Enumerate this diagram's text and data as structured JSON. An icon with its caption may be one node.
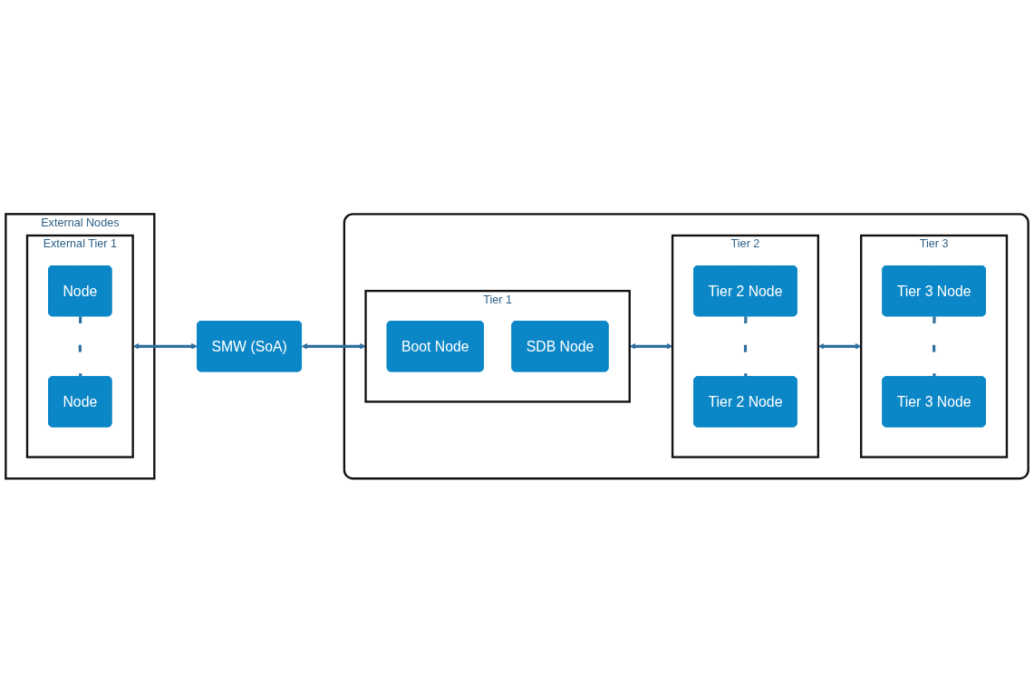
{
  "diagram": {
    "nodes": [
      {
        "text": [
          "External Nodes"
        ]
      },
      {
        "text": [
          "External Tier 1"
        ],
        "in": 0
      },
      {
        "text": [
          "Node"
        ],
        "in": 1
      },
      {
        "text": [
          "Node"
        ],
        "in": 1
      },
      {
        "text": [
          "SMW (SoA)"
        ]
      },
      {
        "text": [],
        "shape": "box"
      },
      {
        "text": [
          "Tier 1"
        ],
        "in": 5
      },
      {
        "text": [
          "Boot Node"
        ],
        "in": 6
      },
      {
        "text": [
          "SDB Node"
        ],
        "in": 6
      },
      {
        "text": [
          "Tier 2"
        ],
        "in": 5
      },
      {
        "text": [
          "Tier 2 Node"
        ],
        "in": 9
      },
      {
        "text": [
          "Tier 2 Node"
        ],
        "in": 9
      },
      {
        "text": [
          "Tier 3"
        ],
        "in": 5
      },
      {
        "text": [
          "Tier 3 Node"
        ],
        "in": 12
      },
      {
        "text": [
          "Tier 3 Node"
        ],
        "in": 12
      }
    ],
    "edges": [
      {
        "from": 1,
        "to": 4,
        "arrow": "both"
      },
      {
        "from": 4,
        "to": 6,
        "arrow": "both"
      },
      {
        "from": 6,
        "to": 9,
        "arrow": "both"
      },
      {
        "from": 9,
        "to": 12,
        "arrow": "both"
      },
      {
        "from": 2,
        "to": 3,
        "arrow": "none",
        "style": "dashed"
      },
      {
        "from": 10,
        "to": 11,
        "arrow": "none",
        "style": "dashed"
      },
      {
        "from": 13,
        "to": 14,
        "arrow": "none",
        "style": "dashed"
      }
    ]
  }
}
